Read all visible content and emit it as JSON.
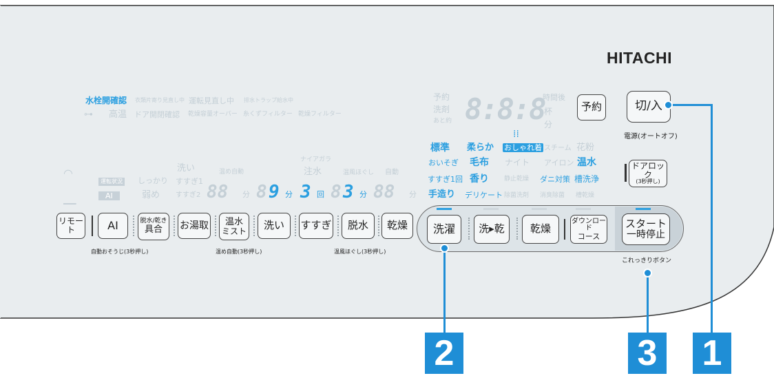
{
  "brand": "HITACHI",
  "status_row1": {
    "lit": "水栓開確認",
    "items": [
      "衣類片寄り見直し中",
      "運転見直し中",
      "排水トラップ給水中"
    ]
  },
  "status_row2": {
    "items": [
      "高温",
      "ドア開閉確認",
      "乾燥容量オーバー",
      "糸くずフィルター",
      "乾燥フィルター"
    ]
  },
  "display": {
    "left_labels": [
      "予約",
      "洗剤",
      "あと約"
    ],
    "digits": "8:8:8",
    "right_labels": [
      "時間後",
      "杯",
      "分"
    ]
  },
  "reserve_button": "予約",
  "power_button": "切/入",
  "power_caption": "電源(オートオフ)",
  "door_lock": {
    "label": "ドアロック",
    "sub": "(3秒押し)"
  },
  "courses": {
    "row1": [
      "標準",
      "柔らか",
      "おしゃれ着",
      "スチーム",
      "花粉"
    ],
    "row2": [
      "おいそぎ",
      "毛布",
      "ナイト",
      "アイロン",
      "温水"
    ],
    "row3": [
      "すすぎ1回",
      "香り",
      "静止乾燥",
      "ダニ対策",
      "槽洗浄"
    ],
    "row4": [
      "手造り",
      "デリケート",
      "除菌洗剤",
      "消臭除菌",
      "槽乾燥"
    ]
  },
  "settings": {
    "wifi": "",
    "mode_badge": "運転状況",
    "ai_badge": "AI",
    "strength": [
      "しっかり",
      "弱め"
    ],
    "wash_opts": [
      "洗い",
      "すすぎ1",
      "すすぎ2"
    ],
    "warm": "温め自動",
    "nanagara": "ナイアガラ",
    "water": "注水",
    "hot": "温風ほぐし",
    "auto": "自動",
    "wash_min": "9",
    "rinse_count": "3",
    "spin_min": "3",
    "unit_min": "分",
    "unit_times": "回"
  },
  "buttons": {
    "remote": "リモート",
    "ai": "AI",
    "spin_dry": "脱水/乾きぐあい",
    "spin_dry_l1": "脱水/乾き",
    "spin_dry_l2": "具合",
    "hot_water": "お湯取",
    "warm_mist_l1": "温水",
    "warm_mist_l2": "ミスト",
    "wash": "洗い",
    "rinse": "すすぎ",
    "spin": "脱水",
    "dry": "乾燥",
    "laundry": "洗濯",
    "wash_dry": "洗▸乾",
    "dry_only": "乾燥",
    "download_l1": "ダウンロード",
    "download_l2": "コース",
    "start_l1": "スタート",
    "start_l2": "一時停止"
  },
  "captions": {
    "auto_clean": "自動おそうじ(3秒押し)",
    "warm_auto": "温め自動(3秒押し)",
    "hot_air": "温風ほぐし(3秒押し)",
    "kore_button": "これっきりボタン"
  },
  "callouts": [
    "1",
    "2",
    "3"
  ],
  "colors": {
    "accent": "#1f8ed6",
    "lit": "#2b9fe0",
    "panel": "#e9edef"
  }
}
